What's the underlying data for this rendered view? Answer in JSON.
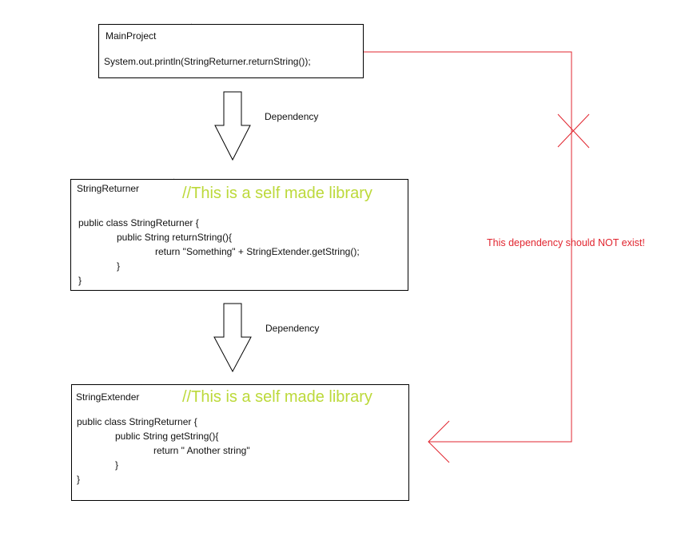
{
  "colors": {
    "accent_green": "#bcd93a",
    "error_red": "#e1252f"
  },
  "main_project": {
    "title": "MainProject",
    "code": [
      "System.out.println(StringReturner.returnString());"
    ]
  },
  "dependency_labels": [
    "Dependency",
    "Dependency"
  ],
  "string_returner": {
    "title": "StringReturner",
    "comment": "//This is a self made library",
    "code": [
      "public class StringReturner {",
      "public String returnString(){",
      "return \"Something\" + StringExtender.getString();",
      "}",
      "}"
    ]
  },
  "string_extender": {
    "title": "StringExtender",
    "comment": "//This is a self made library",
    "code": [
      "public class StringReturner {",
      "public String getString(){",
      "return \" Another string\"",
      "}",
      "}"
    ]
  },
  "forbidden_dependency": {
    "label": "This dependency should NOT exist!",
    "icon": "x-mark-icon"
  }
}
